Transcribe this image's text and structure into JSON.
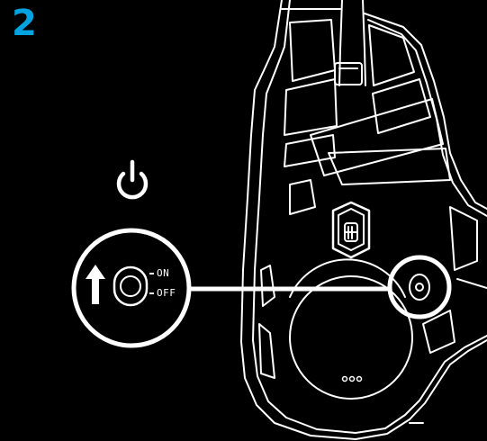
{
  "step": {
    "number": "2",
    "color": "#00a3e0"
  },
  "icons": {
    "power": "power-icon",
    "arrow": "arrow-up-icon"
  },
  "switch": {
    "on_label": "ON",
    "off_label": "OFF"
  },
  "colors": {
    "background": "#000000",
    "line": "#ffffff"
  }
}
